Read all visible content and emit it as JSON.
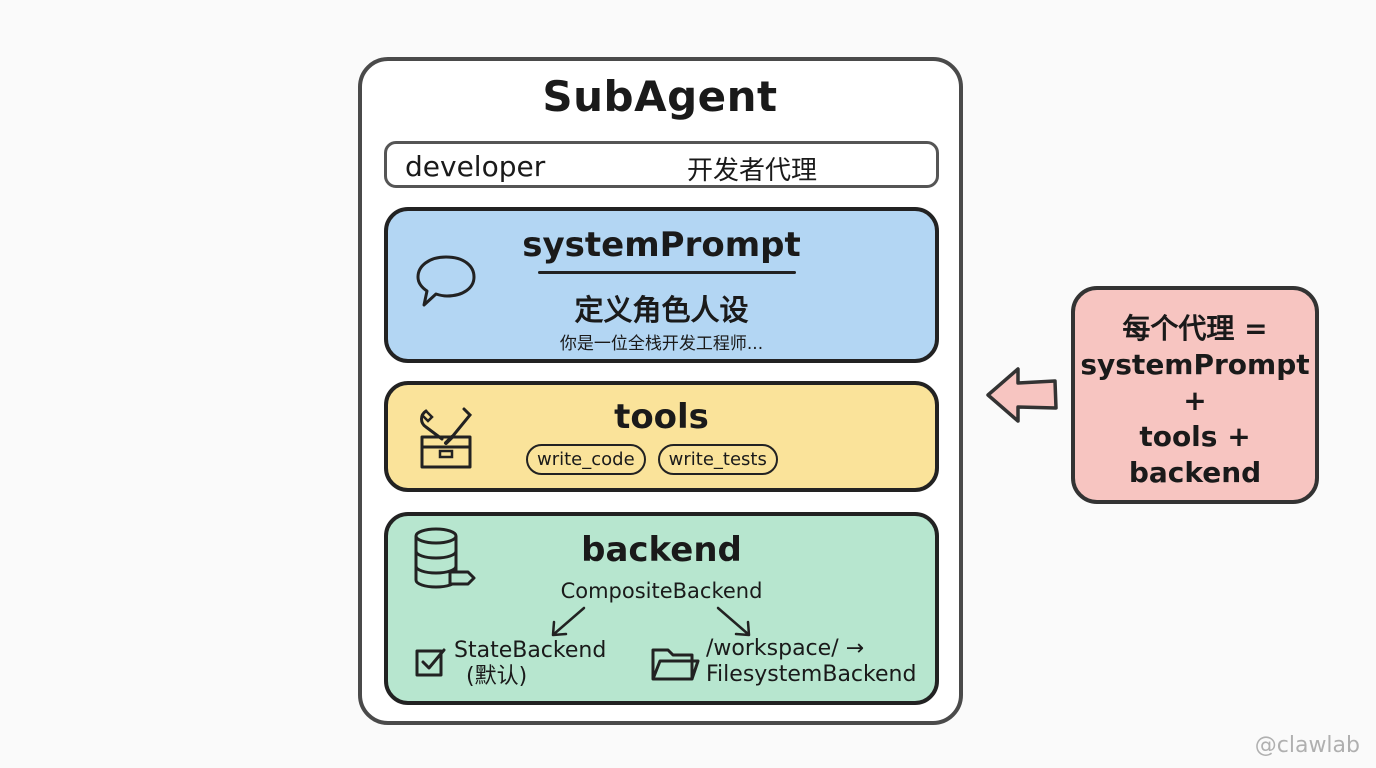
{
  "title": "SubAgent",
  "identity": {
    "name": "developer",
    "description": "开发者代理"
  },
  "system_prompt": {
    "heading": "systemPrompt",
    "subtitle": "定义角色人设",
    "example": "你是一位全栈开发工程师..."
  },
  "tools": {
    "heading": "tools",
    "items": [
      {
        "label": "write_code"
      },
      {
        "label": "write_tests"
      }
    ]
  },
  "backend": {
    "heading": "backend",
    "composite": "CompositeBackend",
    "state_line1": "StateBackend",
    "state_line2": "(默认)",
    "fs_line1": "/workspace/ →",
    "fs_line2": "FilesystemBackend"
  },
  "side_note": {
    "line1": "每个代理 =",
    "line2": "systemPrompt",
    "line3": "+",
    "line4": "tools +",
    "line5": "backend"
  },
  "watermark": "@clawlab",
  "colors": {
    "system_prompt_panel": "#b3d6f3",
    "tools_panel": "#fae39a",
    "backend_panel": "#b7e6cf",
    "side_note": "#f7c5c1",
    "arrow": "#f7c5c1"
  },
  "icons": {
    "system_prompt": "speech-bubble-icon",
    "tools": "toolbox-icon",
    "backend": "database-export-icon",
    "state": "checkbox-icon",
    "filesystem": "folder-icon",
    "pointer": "left-arrow-icon"
  }
}
